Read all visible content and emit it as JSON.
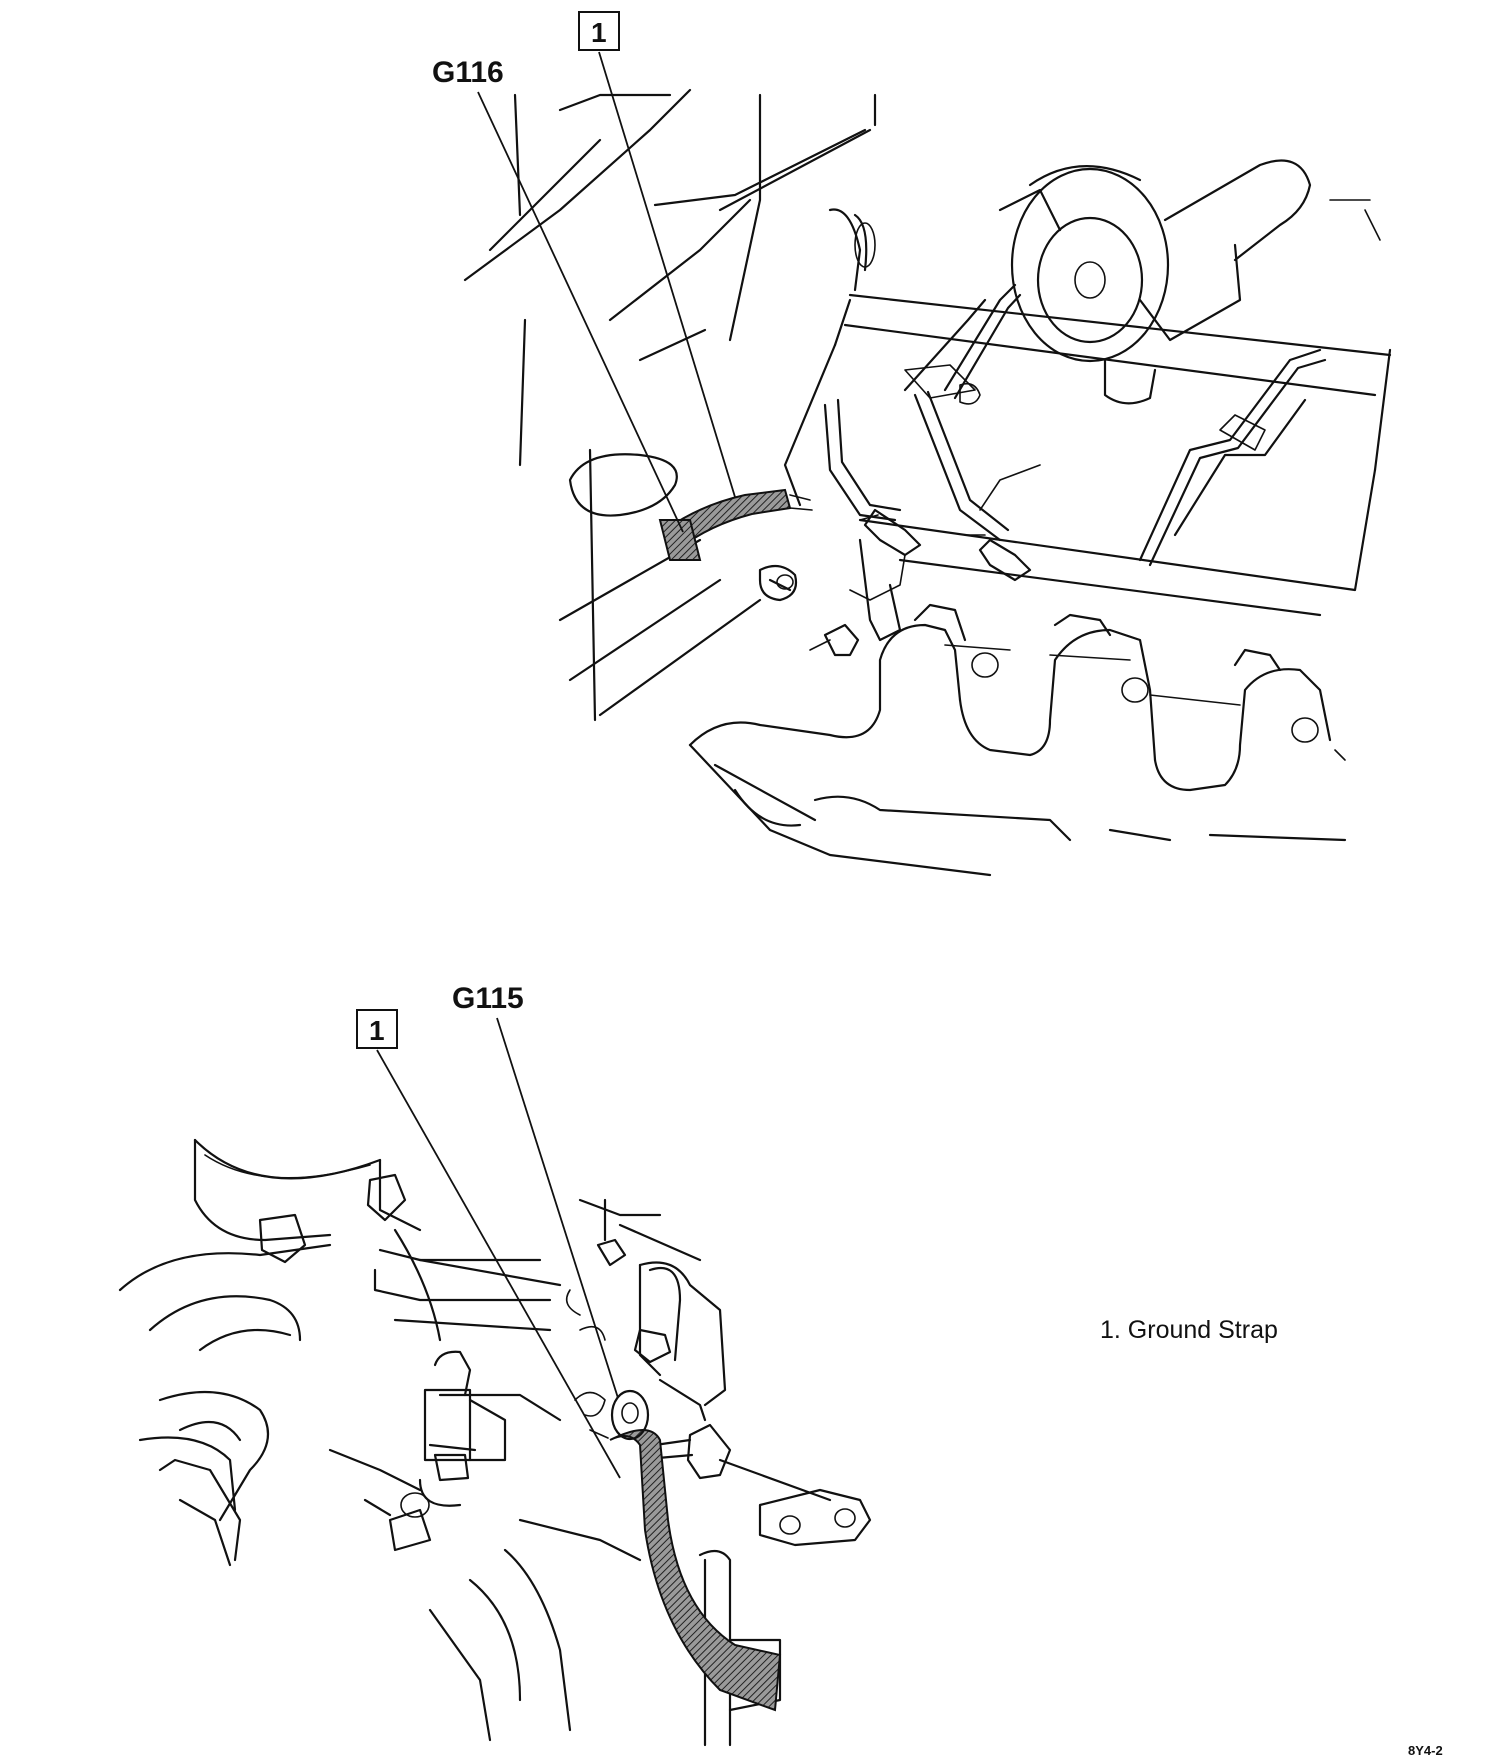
{
  "callouts": {
    "top_ground": "G116",
    "bottom_ground": "G115",
    "top_item_number": "1",
    "bottom_item_number": "1"
  },
  "legend": {
    "item_1": "1.  Ground Strap"
  },
  "figure_code": "8Y4-2",
  "colors": {
    "line": "#111111",
    "background": "#ffffff",
    "strap_hatch": "#555555"
  }
}
